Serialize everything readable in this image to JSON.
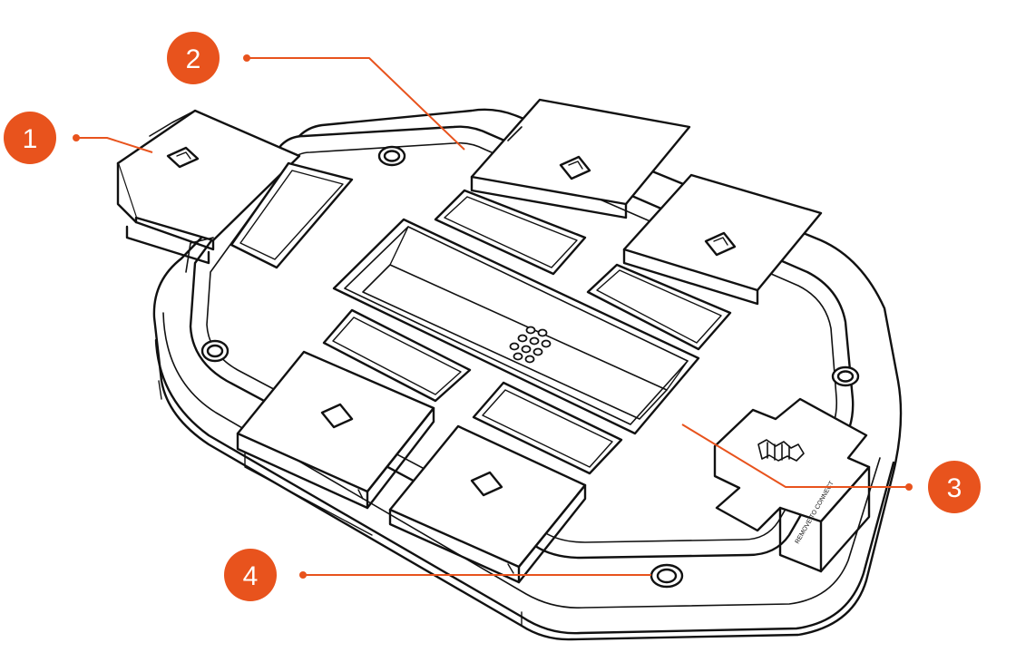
{
  "colors": {
    "accent": "#E8531D",
    "line": "#111111",
    "background": "#FFFFFF"
  },
  "callouts": [
    {
      "label": "1"
    },
    {
      "label": "2"
    },
    {
      "label": "3"
    },
    {
      "label": "4"
    }
  ],
  "device": {
    "icon": "power-module-icon",
    "side_text": "REMOVE TO CONNECT"
  }
}
